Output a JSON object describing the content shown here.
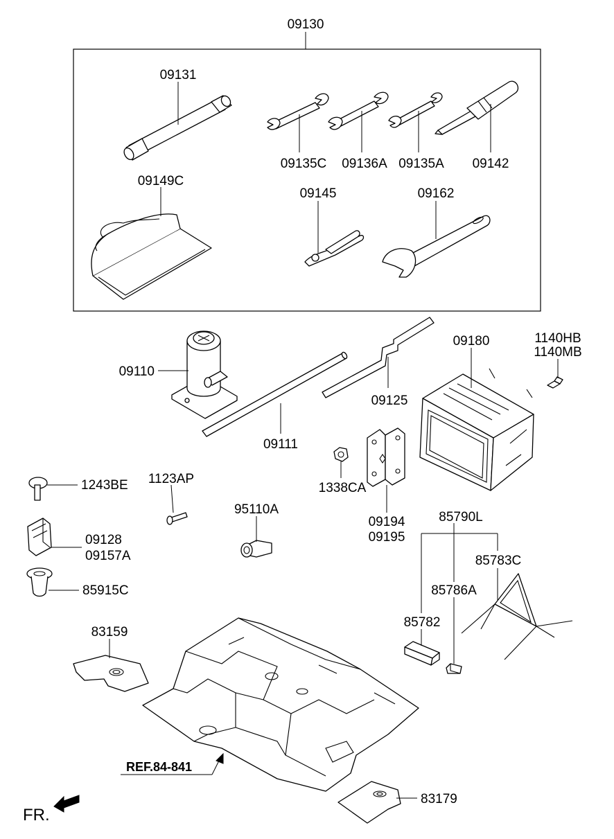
{
  "labels": {
    "kit": "09130",
    "extension_bar": "09131",
    "wrench_c": "09135C",
    "wrench_136a": "09136A",
    "wrench_a": "09135A",
    "screwdriver": "09142",
    "tool_bag": "09149C",
    "pliers": "09145",
    "adjustable_wrench": "09162",
    "jack": "09110",
    "jack_handle": "09111",
    "jack_rod": "09125",
    "jack_case": "09180",
    "bolt_hb": "1140HB",
    "bolt_mb": "1140MB",
    "bolt_1243be": "1243BE",
    "bolt_1123ap": "1123AP",
    "fastener_95110a": "95110A",
    "nut_1338ca": "1338CA",
    "bracket_09194": "09194",
    "bracket_09195": "09195",
    "clip_09128": "09128",
    "clip_09157a": "09157A",
    "grommet": "85915C",
    "triangle_kit": "85790L",
    "triangle": "85783C",
    "triangle_case": "85786A",
    "triangle_pad": "85782",
    "mat_front": "83159",
    "mat_rear": "83179",
    "ref": "REF.84-841",
    "front": "FR."
  },
  "colors": {
    "line": "#000000",
    "background": "#ffffff"
  }
}
